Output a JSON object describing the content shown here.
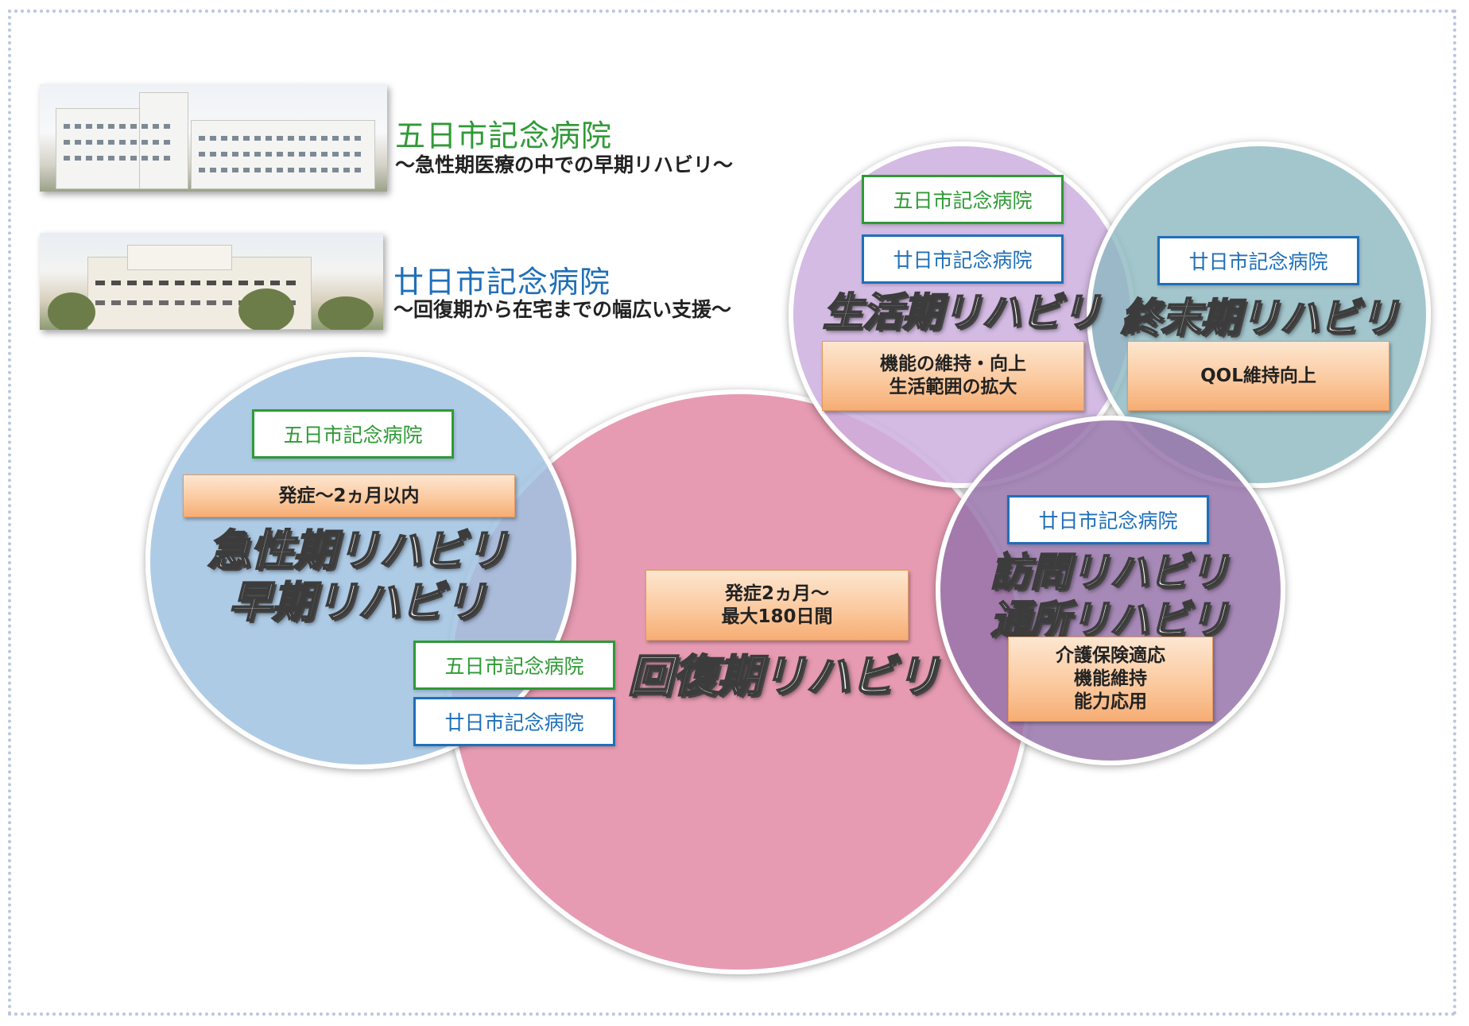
{
  "hospitals": [
    {
      "name": "五日市記念病院",
      "subtitle": "～急性期医療の中での早期リハビリ～",
      "color": "#2f9a35"
    },
    {
      "name": "廿日市記念病院",
      "subtitle": "～回復期から在宅までの幅広い支援～",
      "color": "#1f6fb8"
    }
  ],
  "circles": {
    "acute": {
      "color": "#a9c7e3",
      "hospital": "五日市記念病院",
      "period": "発症～2ヵ月以内",
      "title_line1": "急性期リハビリ",
      "title_line2": "早期リハビリ"
    },
    "recovery": {
      "color": "#e59ab1",
      "period_line1": "発症2ヵ月～",
      "period_line2": "最大180日間",
      "title": "回復期リハビリ",
      "hospital_1": "五日市記念病院",
      "hospital_2": "廿日市記念病院"
    },
    "maintenance": {
      "color": "#d6bee3",
      "hospital_1": "五日市記念病院",
      "hospital_2": "廿日市記念病院",
      "title": "生活期リハビリ",
      "goal_line1": "機能の維持・向上",
      "goal_line2": "生活範囲の拡大"
    },
    "terminal": {
      "color": "#a6cbcf",
      "hospital": "廿日市記念病院",
      "title": "終末期リハビリ",
      "goal": "QOL維持向上"
    },
    "visiting": {
      "color": "#a88ab8",
      "hospital": "廿日市記念病院",
      "title_line1": "訪問リハビリ",
      "title_line2": "通所リハビリ",
      "note_line1": "介護保険適応",
      "note_line2": "機能維持",
      "note_line3": "能力応用"
    }
  }
}
